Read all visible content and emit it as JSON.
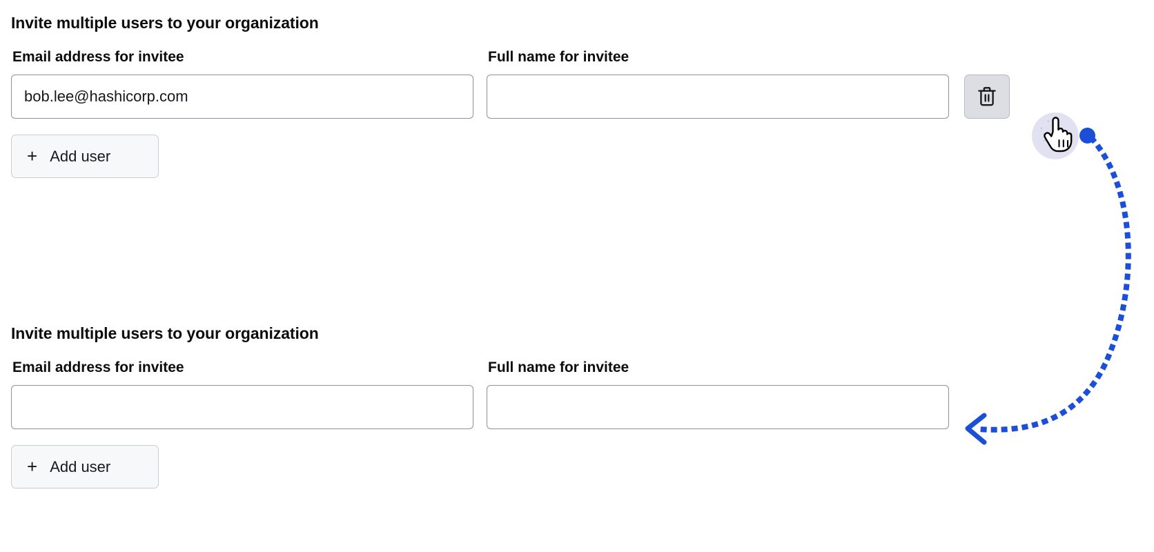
{
  "theme": {
    "page_background": "#ffffff",
    "text_color": "#0b0c0e",
    "input_border": "#8c8fa1",
    "button_background": "#f7f8f9",
    "button_border": "#c9ccd3",
    "trash_button_background": "#dcdee3",
    "annotation_blue": "#1b4fd8",
    "cursor_halo": "#dcdcf0"
  },
  "blocks": [
    {
      "title": "Invite multiple users to your organization",
      "email_field": {
        "label": "Email address for invitee",
        "value": "bob.lee@hashicorp.com",
        "placeholder": ""
      },
      "name_field": {
        "label": "Full name for invitee",
        "value": "",
        "placeholder": ""
      },
      "has_delete_button": true,
      "delete_icon": "trash-icon",
      "add_user": {
        "plus": "+",
        "label": "Add user"
      }
    },
    {
      "title": "Invite multiple users to your organization",
      "email_field": {
        "label": "Email address for invitee",
        "value": "",
        "placeholder": ""
      },
      "name_field": {
        "label": "Full name for invitee",
        "value": "",
        "placeholder": ""
      },
      "has_delete_button": false,
      "delete_icon": "trash-icon",
      "add_user": {
        "plus": "+",
        "label": "Add user"
      }
    }
  ],
  "annotation": {
    "cursor_icon": "hand-pointer-cursor",
    "start_dot_icon": "action-start-dot",
    "arrow_icon": "curved-dotted-arrow",
    "arrowhead_icon": "arrowhead-left-icon"
  }
}
